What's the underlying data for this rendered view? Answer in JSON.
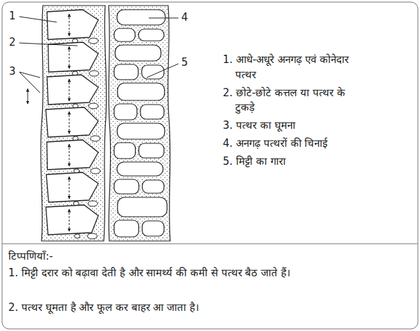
{
  "diagram": {
    "labels": [
      "1",
      "2",
      "3",
      "4",
      "5",
      "1. आधे-अधूरे अनगढ़ एवं कोनेदार पत्थर",
      "2. छोटे-छोटे कत्तल या पत्थर के टुकड़े",
      "3. पत्थर का घूमना",
      "4. अनगढ़ पत्थरों की चिनाई",
      "5. मिट्टी का गारा",
      "टिप्पणियाँ:-",
      "1. मिट्टी दरार को बढ़ावा देती है और सामर्थ्य की कमी से पत्थर बैठ जाते हैं।",
      "2. पत्थर घूमता है और फूल कर बाहर आ जाता है।"
    ]
  }
}
